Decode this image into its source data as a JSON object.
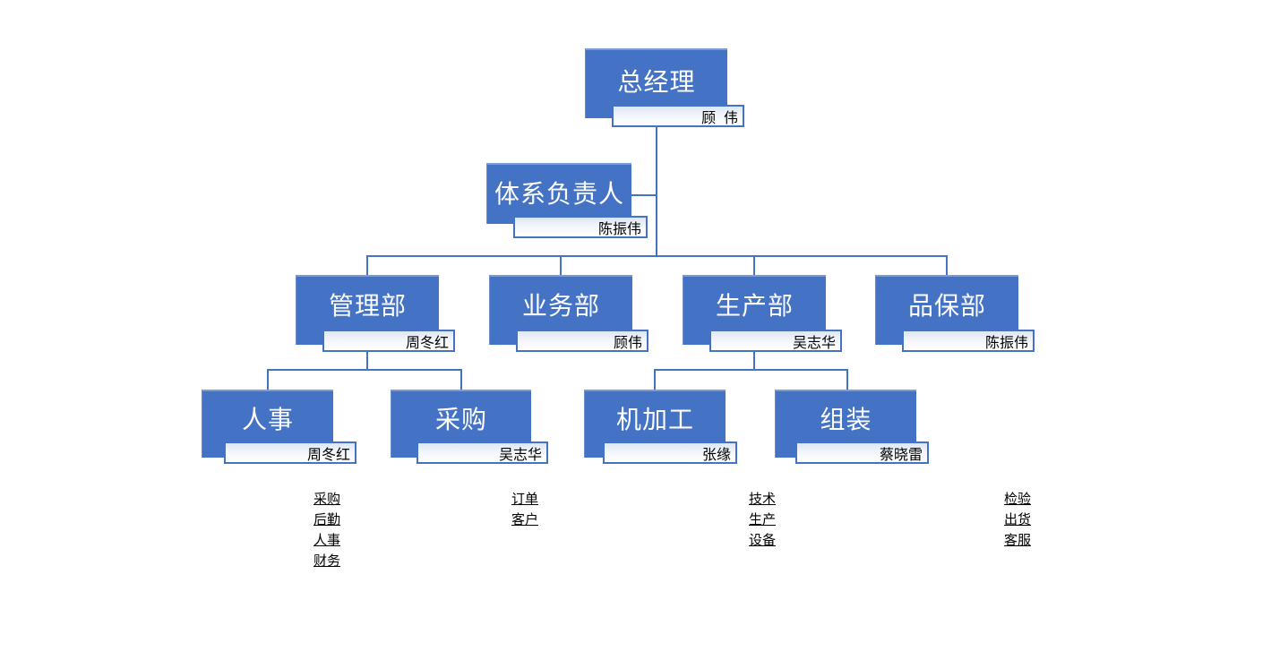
{
  "chart_title": "",
  "colors": {
    "node_fill": "#4472C4",
    "node_text": "#ffffff",
    "connector": "#4472C4",
    "name_box_border": "#4472C4",
    "name_box_fill_top": "#dde6f3",
    "name_box_fill_bottom": "#ffffff",
    "list_text": "#000000"
  },
  "nodes": {
    "ceo": {
      "title": "总经理",
      "person": "顾  伟"
    },
    "system_lead": {
      "title": "体系负责人",
      "person": "陈振伟"
    },
    "admin_dept": {
      "title": "管理部",
      "person": "周冬红"
    },
    "business_dept": {
      "title": "业务部",
      "person": "顾伟"
    },
    "production_dept": {
      "title": "生产部",
      "person": "吴志华"
    },
    "quality_dept": {
      "title": "品保部",
      "person": "陈振伟"
    },
    "hr": {
      "title": "人事",
      "person": "周冬红"
    },
    "purchasing": {
      "title": "采购",
      "person": "吴志华"
    },
    "machining": {
      "title": "机加工",
      "person": "张缘"
    },
    "assembly": {
      "title": "组装",
      "person": "蔡晓雷"
    }
  },
  "edges": [
    {
      "from": "ceo",
      "to": "system_lead"
    },
    {
      "from": "system_lead",
      "to": "admin_dept"
    },
    {
      "from": "system_lead",
      "to": "business_dept"
    },
    {
      "from": "system_lead",
      "to": "production_dept"
    },
    {
      "from": "system_lead",
      "to": "quality_dept"
    },
    {
      "from": "admin_dept",
      "to": "hr"
    },
    {
      "from": "admin_dept",
      "to": "purchasing"
    },
    {
      "from": "production_dept",
      "to": "machining"
    },
    {
      "from": "production_dept",
      "to": "assembly"
    }
  ],
  "function_lists": {
    "admin": [
      "采购",
      "后勤",
      "人事",
      "财务"
    ],
    "sales": [
      "订单",
      "客户"
    ],
    "production": [
      "技术",
      "生产",
      "设备"
    ],
    "quality": [
      "检验",
      "出货",
      "客服"
    ]
  }
}
